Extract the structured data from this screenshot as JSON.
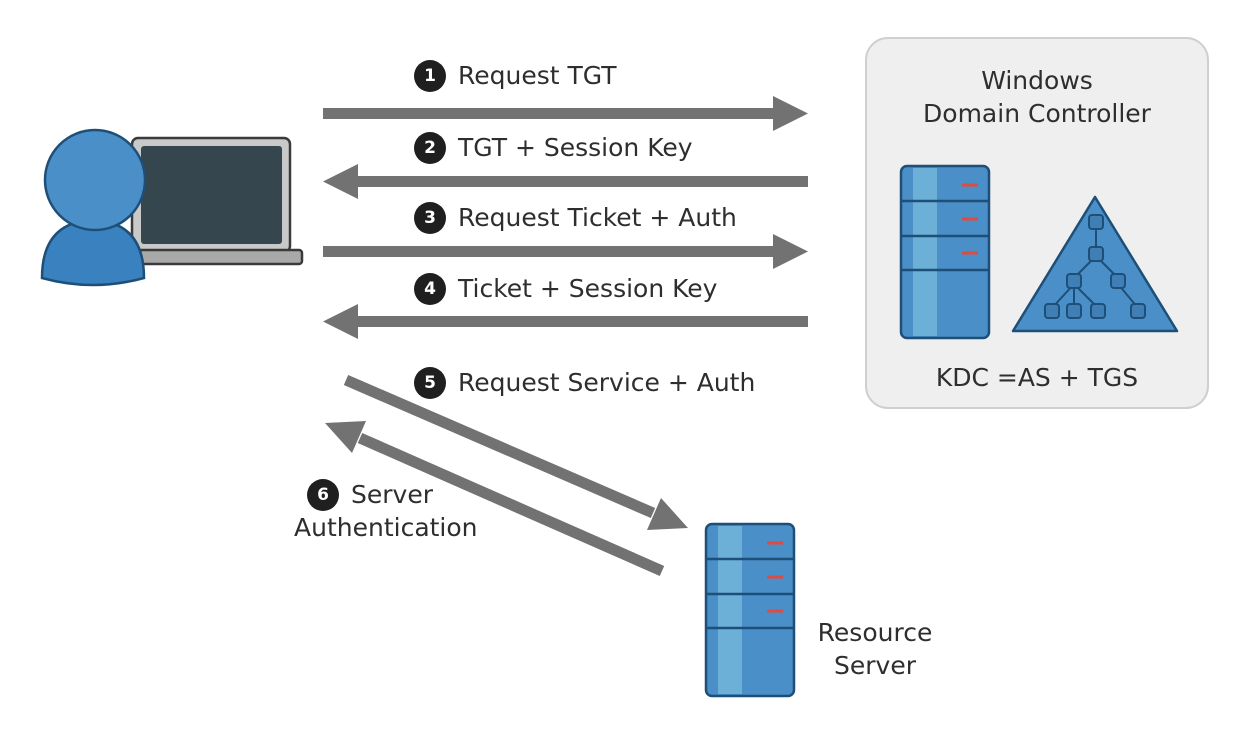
{
  "steps": [
    {
      "number": "1",
      "label": "Request TGT"
    },
    {
      "number": "2",
      "label": "TGT + Session Key"
    },
    {
      "number": "3",
      "label": "Request Ticket + Auth"
    },
    {
      "number": "4",
      "label": "Ticket + Session Key"
    },
    {
      "number": "5",
      "label": "Request Service + Auth"
    },
    {
      "number": "6",
      "label_line1": "Server",
      "label_line2": "Authentication"
    }
  ],
  "domain_controller": {
    "title_line1": "Windows",
    "title_line2": "Domain Controller",
    "footer": "KDC =AS + TGS"
  },
  "resource_server": {
    "label_line1": "Resource",
    "label_line2": "Server"
  },
  "icons": {
    "client": "user-with-laptop-icon",
    "kdc_server": "server-rack-icon",
    "directory": "directory-tree-triangle-icon",
    "resource": "server-rack-icon"
  },
  "colors": {
    "arrow": "#727272",
    "panel_bg": "#efefef",
    "panel_border": "#cfcfcf",
    "person": "#4a8fc7",
    "server_blue": "#4a8fc7",
    "server_light": "#6cb0d8",
    "server_led": "#e04a3f"
  }
}
